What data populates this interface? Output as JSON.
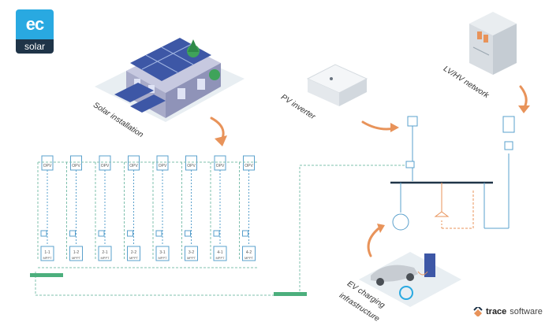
{
  "logo": {
    "top": "ec",
    "bottom": "solar"
  },
  "captions": {
    "solar": "Solar installation",
    "inverter": "PV inverter",
    "network": "LV/HV network",
    "ev_line1": "EV charging",
    "ev_line2": "infrastructure"
  },
  "strings": [
    {
      "top": "OPV",
      "bottom_top": "1-1",
      "bottom_bot": "MPPT"
    },
    {
      "top": "OPV",
      "bottom_top": "1-2",
      "bottom_bot": "MPPT"
    },
    {
      "top": "OPV",
      "bottom_top": "2-1",
      "bottom_bot": "MPPT"
    },
    {
      "top": "OPV",
      "bottom_top": "2-2",
      "bottom_bot": "MPPT"
    },
    {
      "top": "OPV",
      "bottom_top": "3-1",
      "bottom_bot": "MPPT"
    },
    {
      "top": "OPV",
      "bottom_top": "3-2",
      "bottom_bot": "MPPT"
    },
    {
      "top": "OPV",
      "bottom_top": "4-1",
      "bottom_bot": "MPPT"
    },
    {
      "top": "OPV",
      "bottom_top": "4-2",
      "bottom_bot": "MPPT"
    }
  ],
  "brand": {
    "part1": "trace",
    "part2": "software"
  },
  "colors": {
    "accent": "#e8935a",
    "line": "#5fae9a",
    "sky": "#29a9e1",
    "dark": "#1f3448"
  }
}
